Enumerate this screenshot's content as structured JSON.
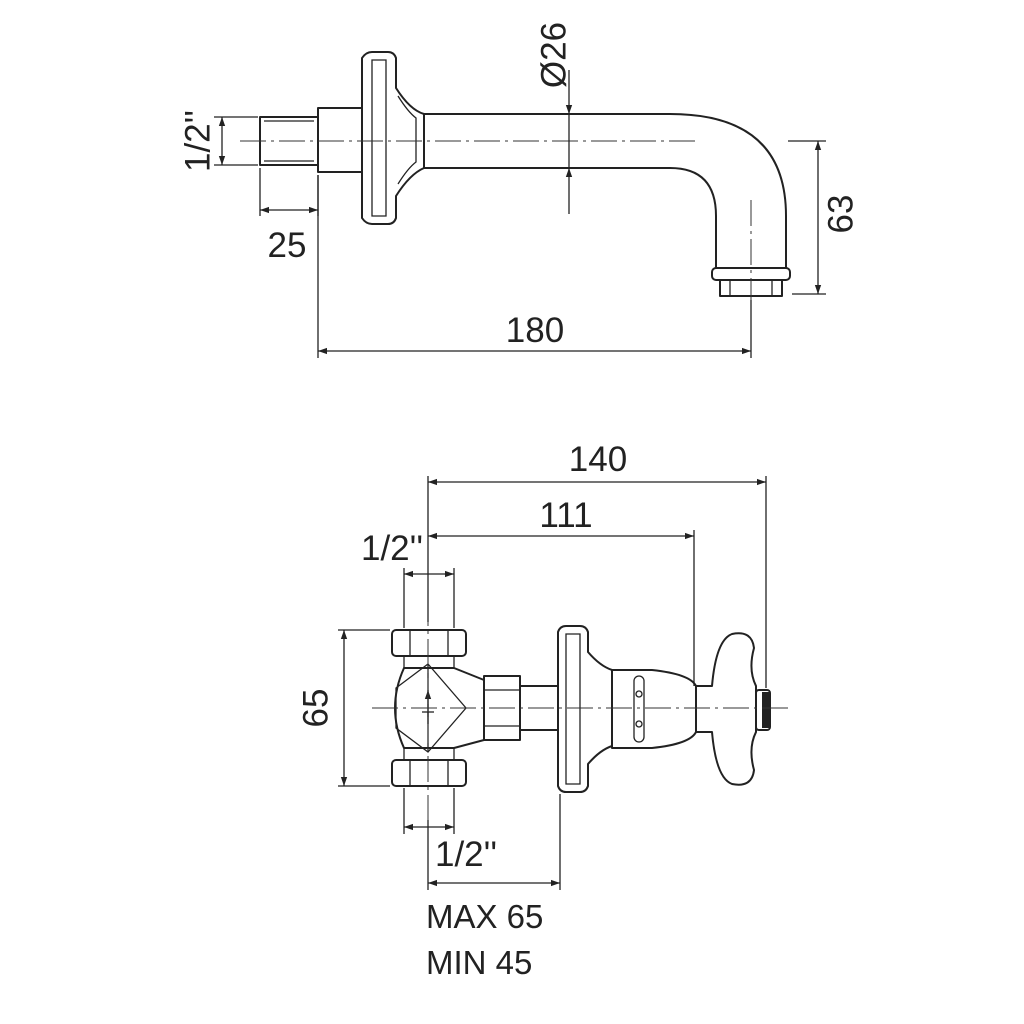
{
  "spout": {
    "thread": "1/2''",
    "thread_length": "25",
    "diameter": "Ø26",
    "height": "63",
    "length": "180"
  },
  "valve": {
    "overall": "140",
    "to_handle": "111",
    "top_thread": "1/2''",
    "height": "65",
    "bottom_thread": "1/2''",
    "wall_max": "MAX 65",
    "wall_min": "MIN 45"
  }
}
